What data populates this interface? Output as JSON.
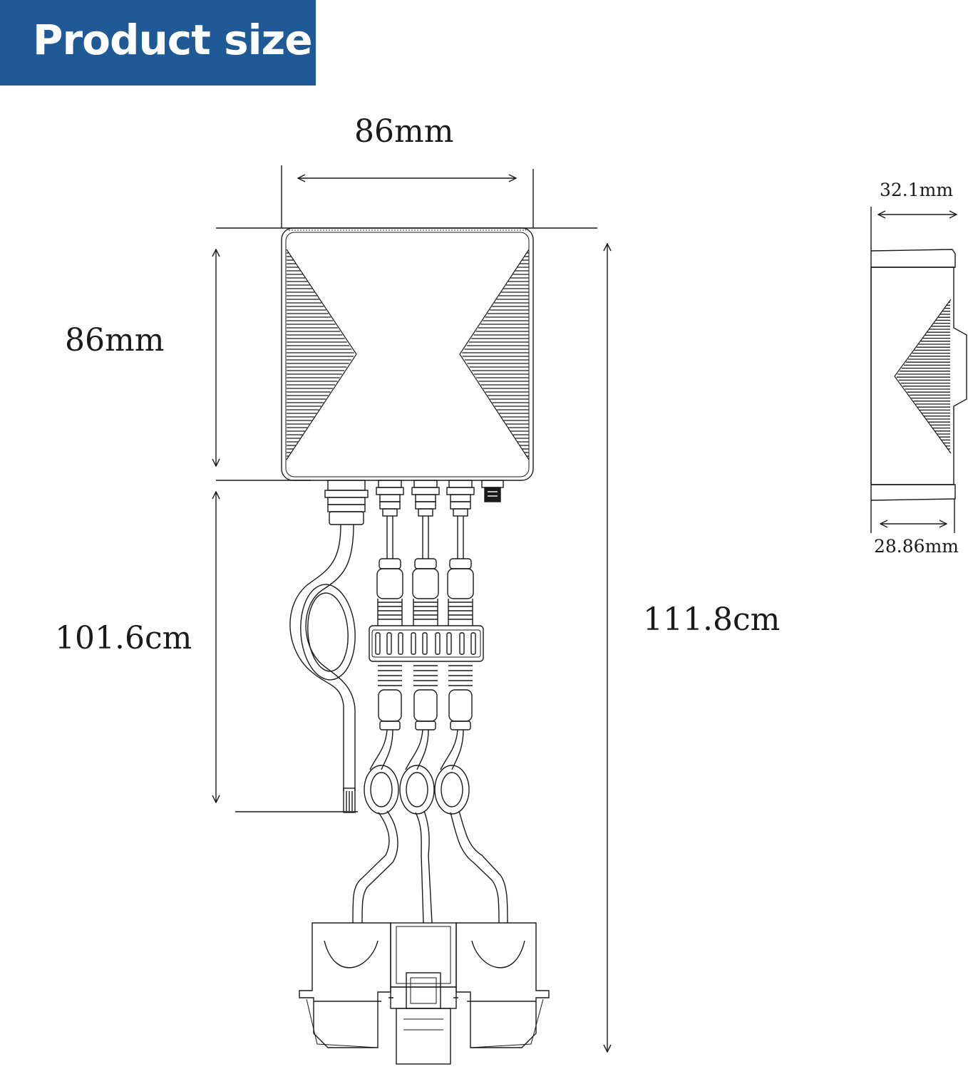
{
  "header": {
    "title": "Product size"
  },
  "dimensions": {
    "top_width": "86mm",
    "height_box": "86mm",
    "cable_length": "101.6cm",
    "total_length": "111.8cm",
    "depth_top": "32.1mm",
    "depth_bottom": "28.86mm"
  },
  "colors": {
    "banner": "#1f5a96",
    "line": "#1a1a1a",
    "background": "#ffffff"
  }
}
